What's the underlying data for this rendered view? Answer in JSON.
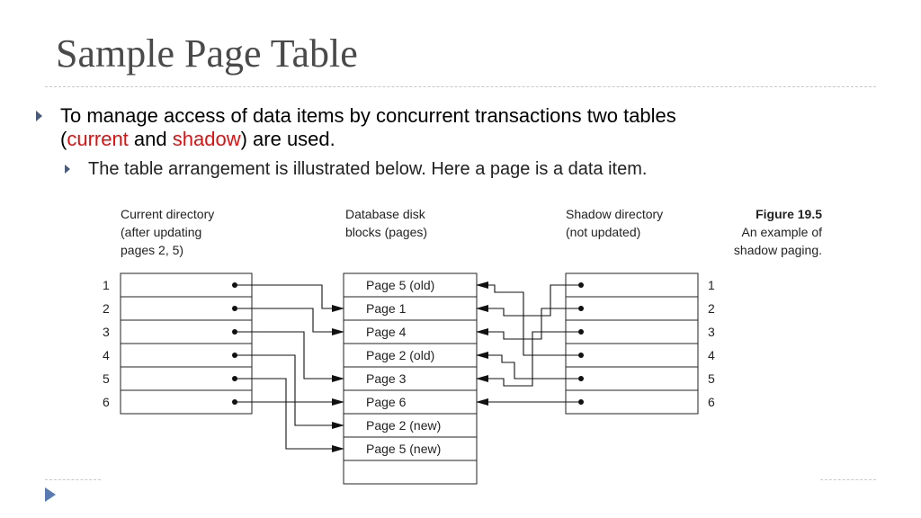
{
  "slide": {
    "title": "Sample Page Table",
    "bullet1": {
      "line1": "To manage access of data items by concurrent transactions two tables",
      "open_paren": "(",
      "current": "current",
      "and": " and ",
      "shadow": "shadow",
      "tail": ") are used."
    },
    "bullet2": "The table arrangement is illustrated below.  Here a page is a data item."
  },
  "figure": {
    "current_dir_label": [
      "Current directory",
      "(after updating",
      "pages 2, 5)"
    ],
    "disk_label": [
      "Database disk",
      "blocks (pages)"
    ],
    "shadow_dir_label": [
      "Shadow directory",
      "(not updated)"
    ],
    "caption_title": "Figure 19.5",
    "caption_lines": [
      "An example of",
      "shadow paging."
    ],
    "row_numbers": [
      "1",
      "2",
      "3",
      "4",
      "5",
      "6"
    ],
    "pages": [
      "Page 5 (old)",
      "Page 1",
      "Page 4",
      "Page 2 (old)",
      "Page 3",
      "Page 6",
      "Page 2 (new)",
      "Page 5 (new)",
      ""
    ],
    "current_targets": [
      1,
      2,
      4,
      6,
      7,
      5
    ],
    "shadow_targets": [
      1,
      2,
      4,
      0,
      3,
      5
    ]
  }
}
